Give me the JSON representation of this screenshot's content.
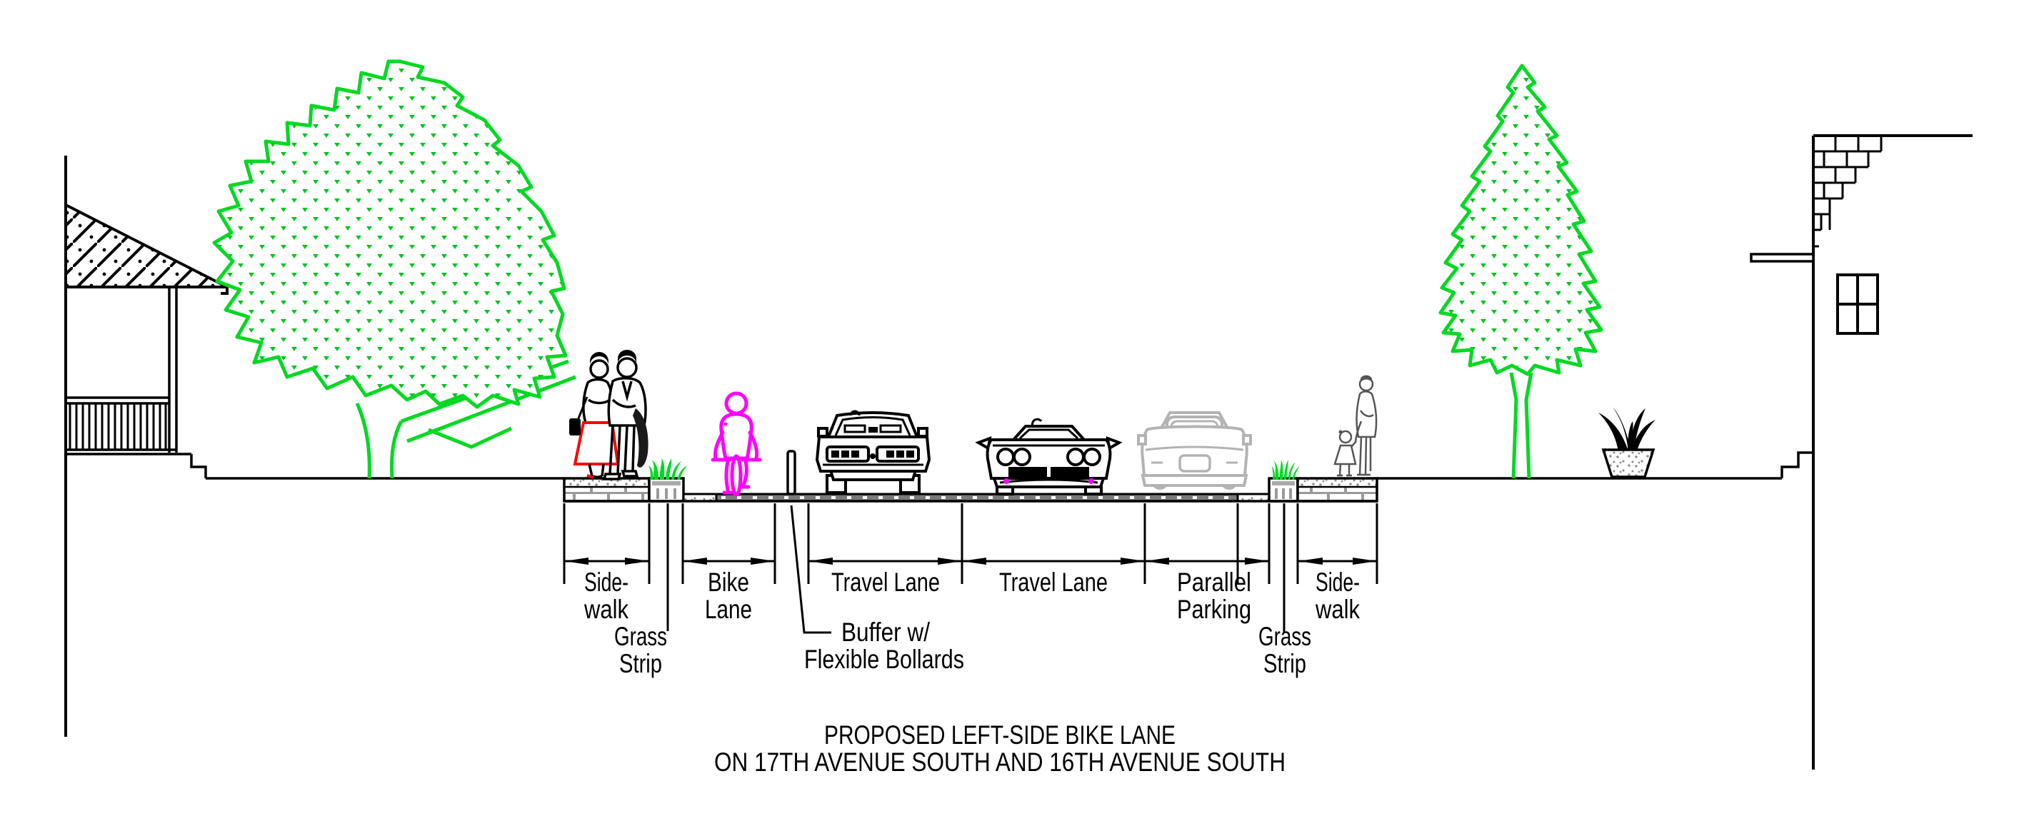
{
  "title": {
    "line1": "PROPOSED LEFT-SIDE BIKE LANE",
    "line2": "ON 17TH AVENUE SOUTH AND 16TH AVENUE SOUTH"
  },
  "dimensions": {
    "sidewalk_left": {
      "line1": "Side-",
      "line2": "walk"
    },
    "grass_strip_left": {
      "line1": "Grass",
      "line2": "Strip"
    },
    "bike_lane": {
      "line1": "Bike",
      "line2": "Lane"
    },
    "buffer": {
      "line1": "Buffer w/",
      "line2": "Flexible Bollards"
    },
    "travel_lane_left": "Travel Lane",
    "travel_lane_right": "Travel Lane",
    "parallel_parking": {
      "line1": "Parallel",
      "line2": "Parking"
    },
    "grass_strip_right": {
      "line1": "Grass",
      "line2": "Strip"
    },
    "sidewalk_right": {
      "line1": "Side-",
      "line2": "walk"
    }
  },
  "colors": {
    "tree_green": "#00d922",
    "cyclist_magenta": "#ff00ff",
    "skirt_red": "#ff0000",
    "parked_car_gray": "#b3b3b3",
    "asphalt_gray": "#7a7a7a"
  }
}
